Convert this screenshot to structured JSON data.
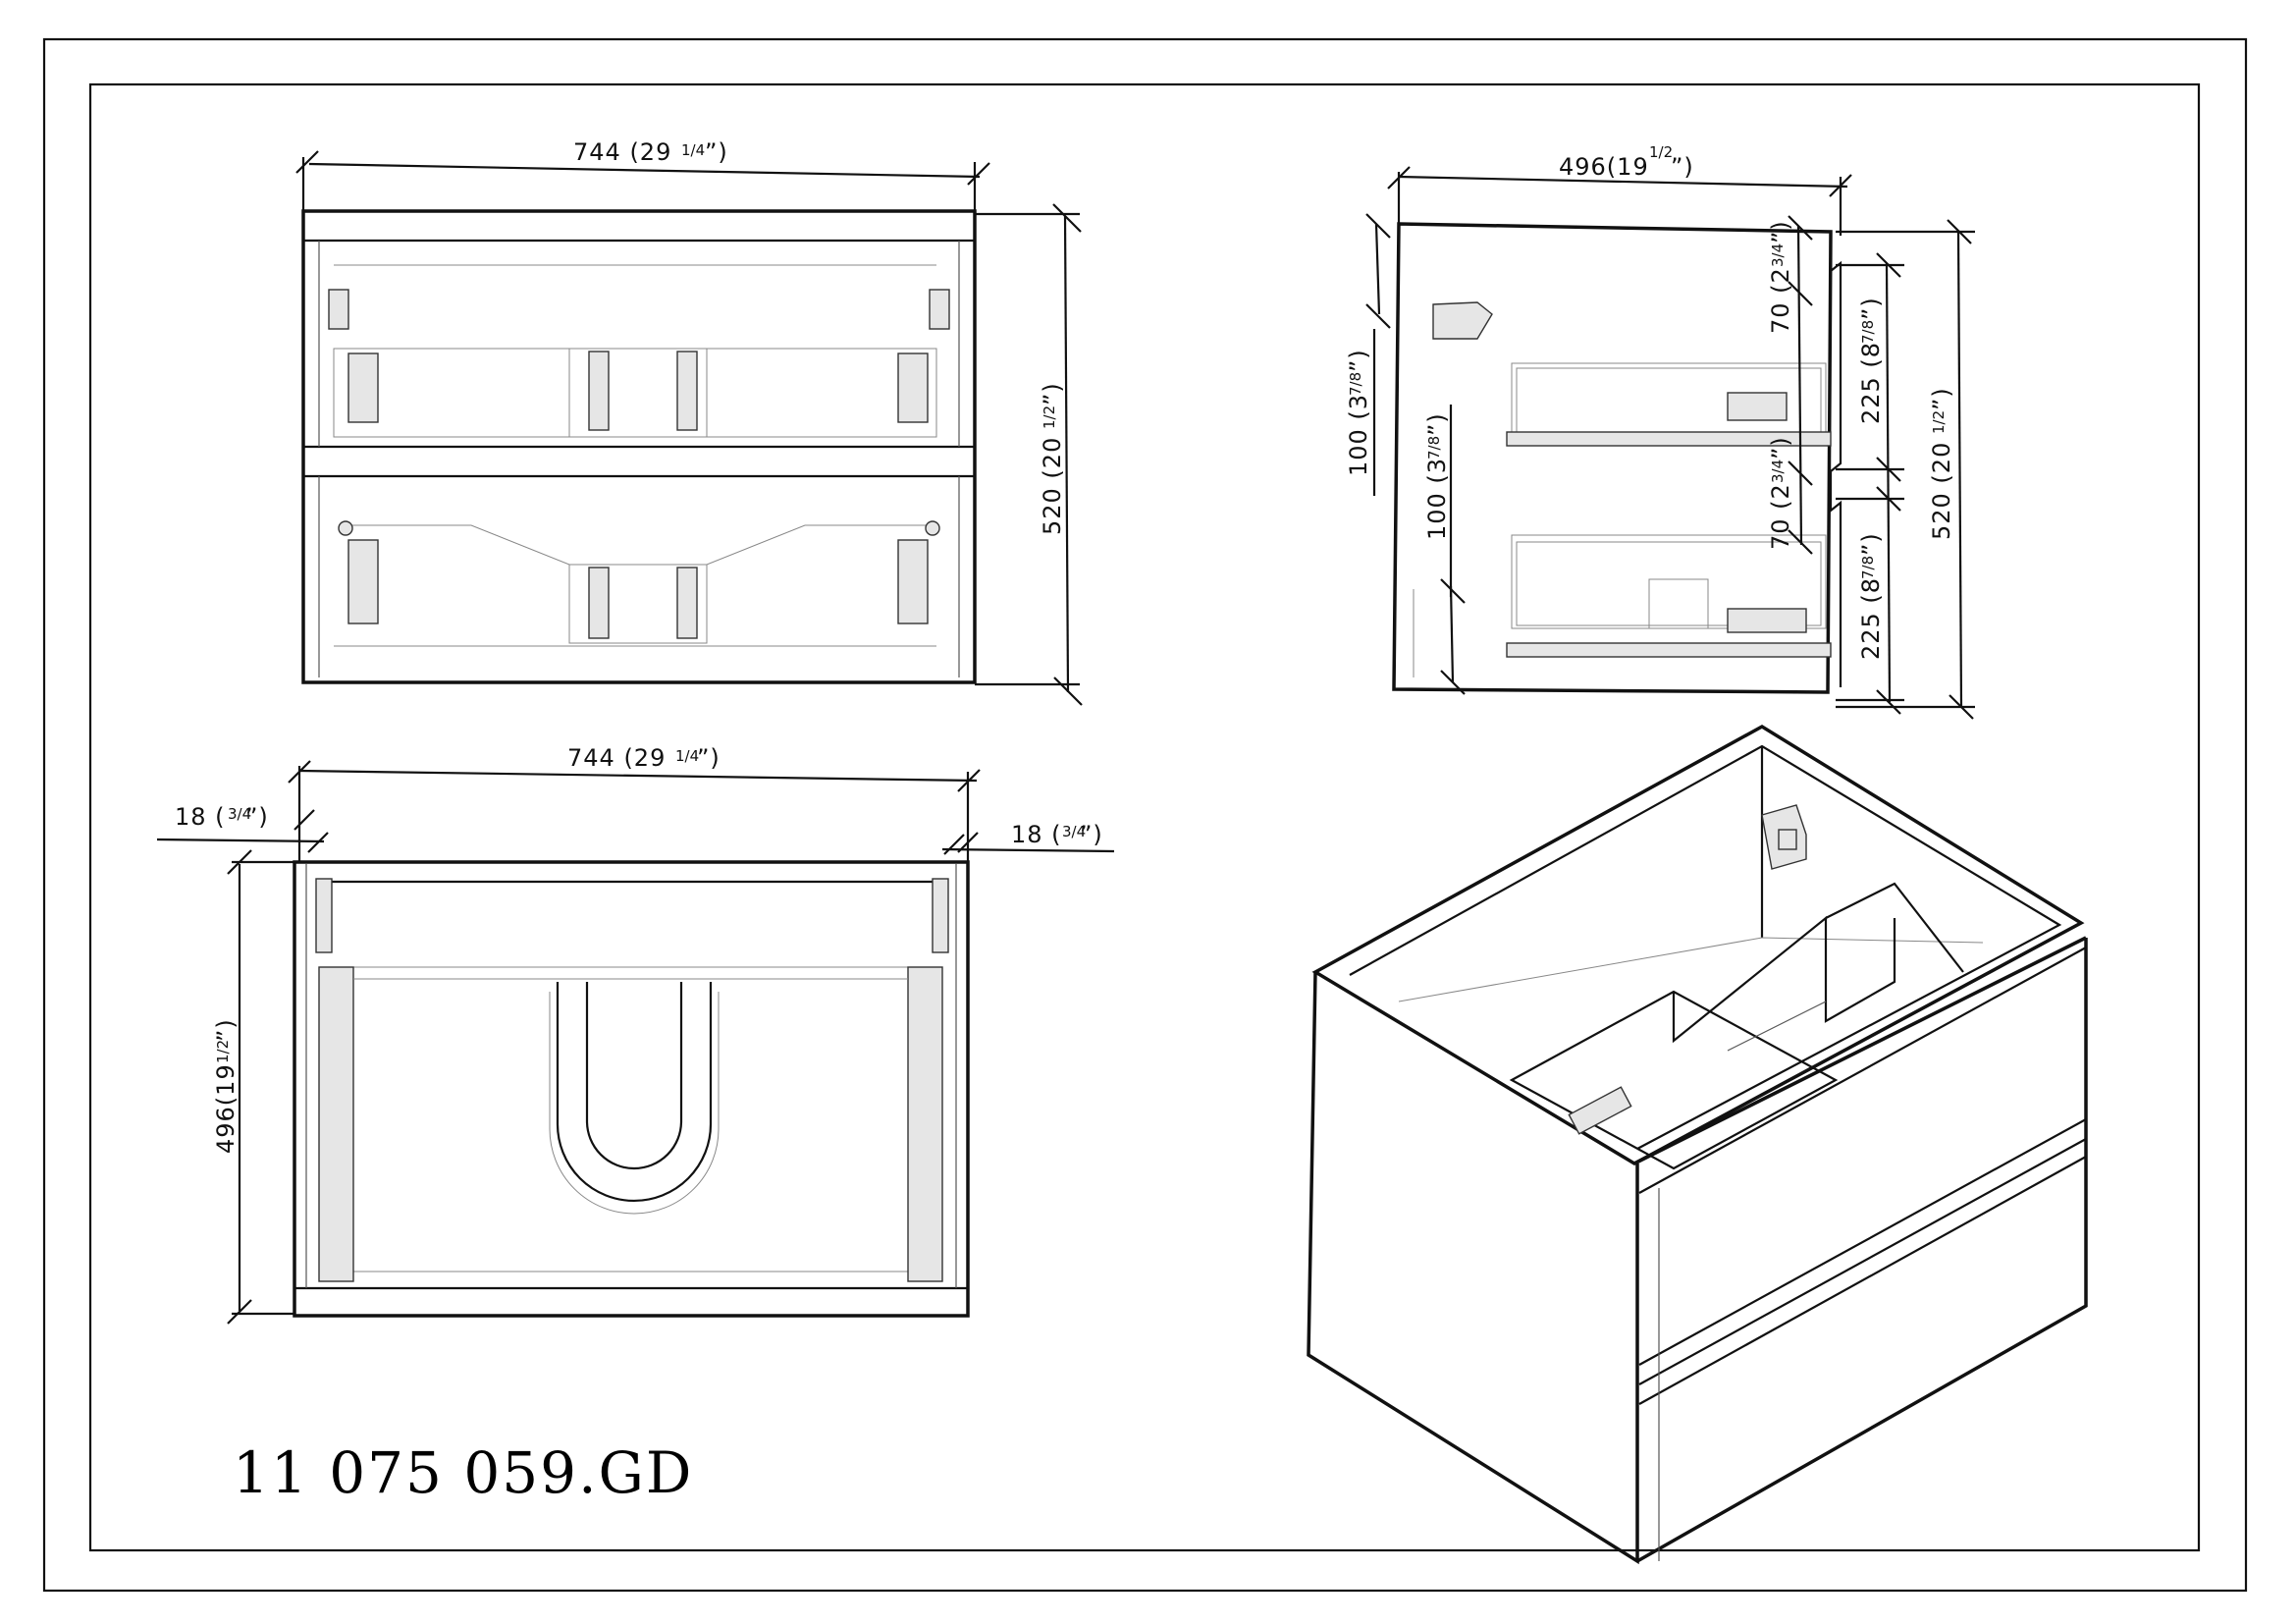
{
  "drawing_code": "11 075 059.GD",
  "views": {
    "front": {
      "width_label": "744 (29",
      "width_frac": "1/4",
      "height_label": "520 (20",
      "height_frac": "1/2"
    },
    "side": {
      "depth_label": "496(19",
      "depth_frac": "1/2",
      "top_gap_label": "70 (2",
      "top_gap_frac": "3/4",
      "drawer1_label": "225 (8",
      "drawer1_frac": "7/8",
      "mid_gap_label": "70 (2",
      "mid_gap_frac": "3/4",
      "drawer2_label": "225 (8",
      "drawer2_frac": "7/8",
      "total_label": "520 (20",
      "total_frac": "1/2",
      "left_label_a": "100 (3",
      "left_frac_a": "7/8",
      "left_label_b": "100 (3",
      "left_frac_b": "7/8"
    },
    "top": {
      "width_label": "744 (29",
      "width_frac": "1/4",
      "left_panel_label": "18 (",
      "left_panel_frac": "3/4",
      "right_panel_label": "18 (",
      "right_panel_frac": "3/4",
      "depth_label": "496(19",
      "depth_frac": "1/2"
    }
  },
  "colors": {
    "line": "#111111",
    "paper": "#ffffff"
  }
}
